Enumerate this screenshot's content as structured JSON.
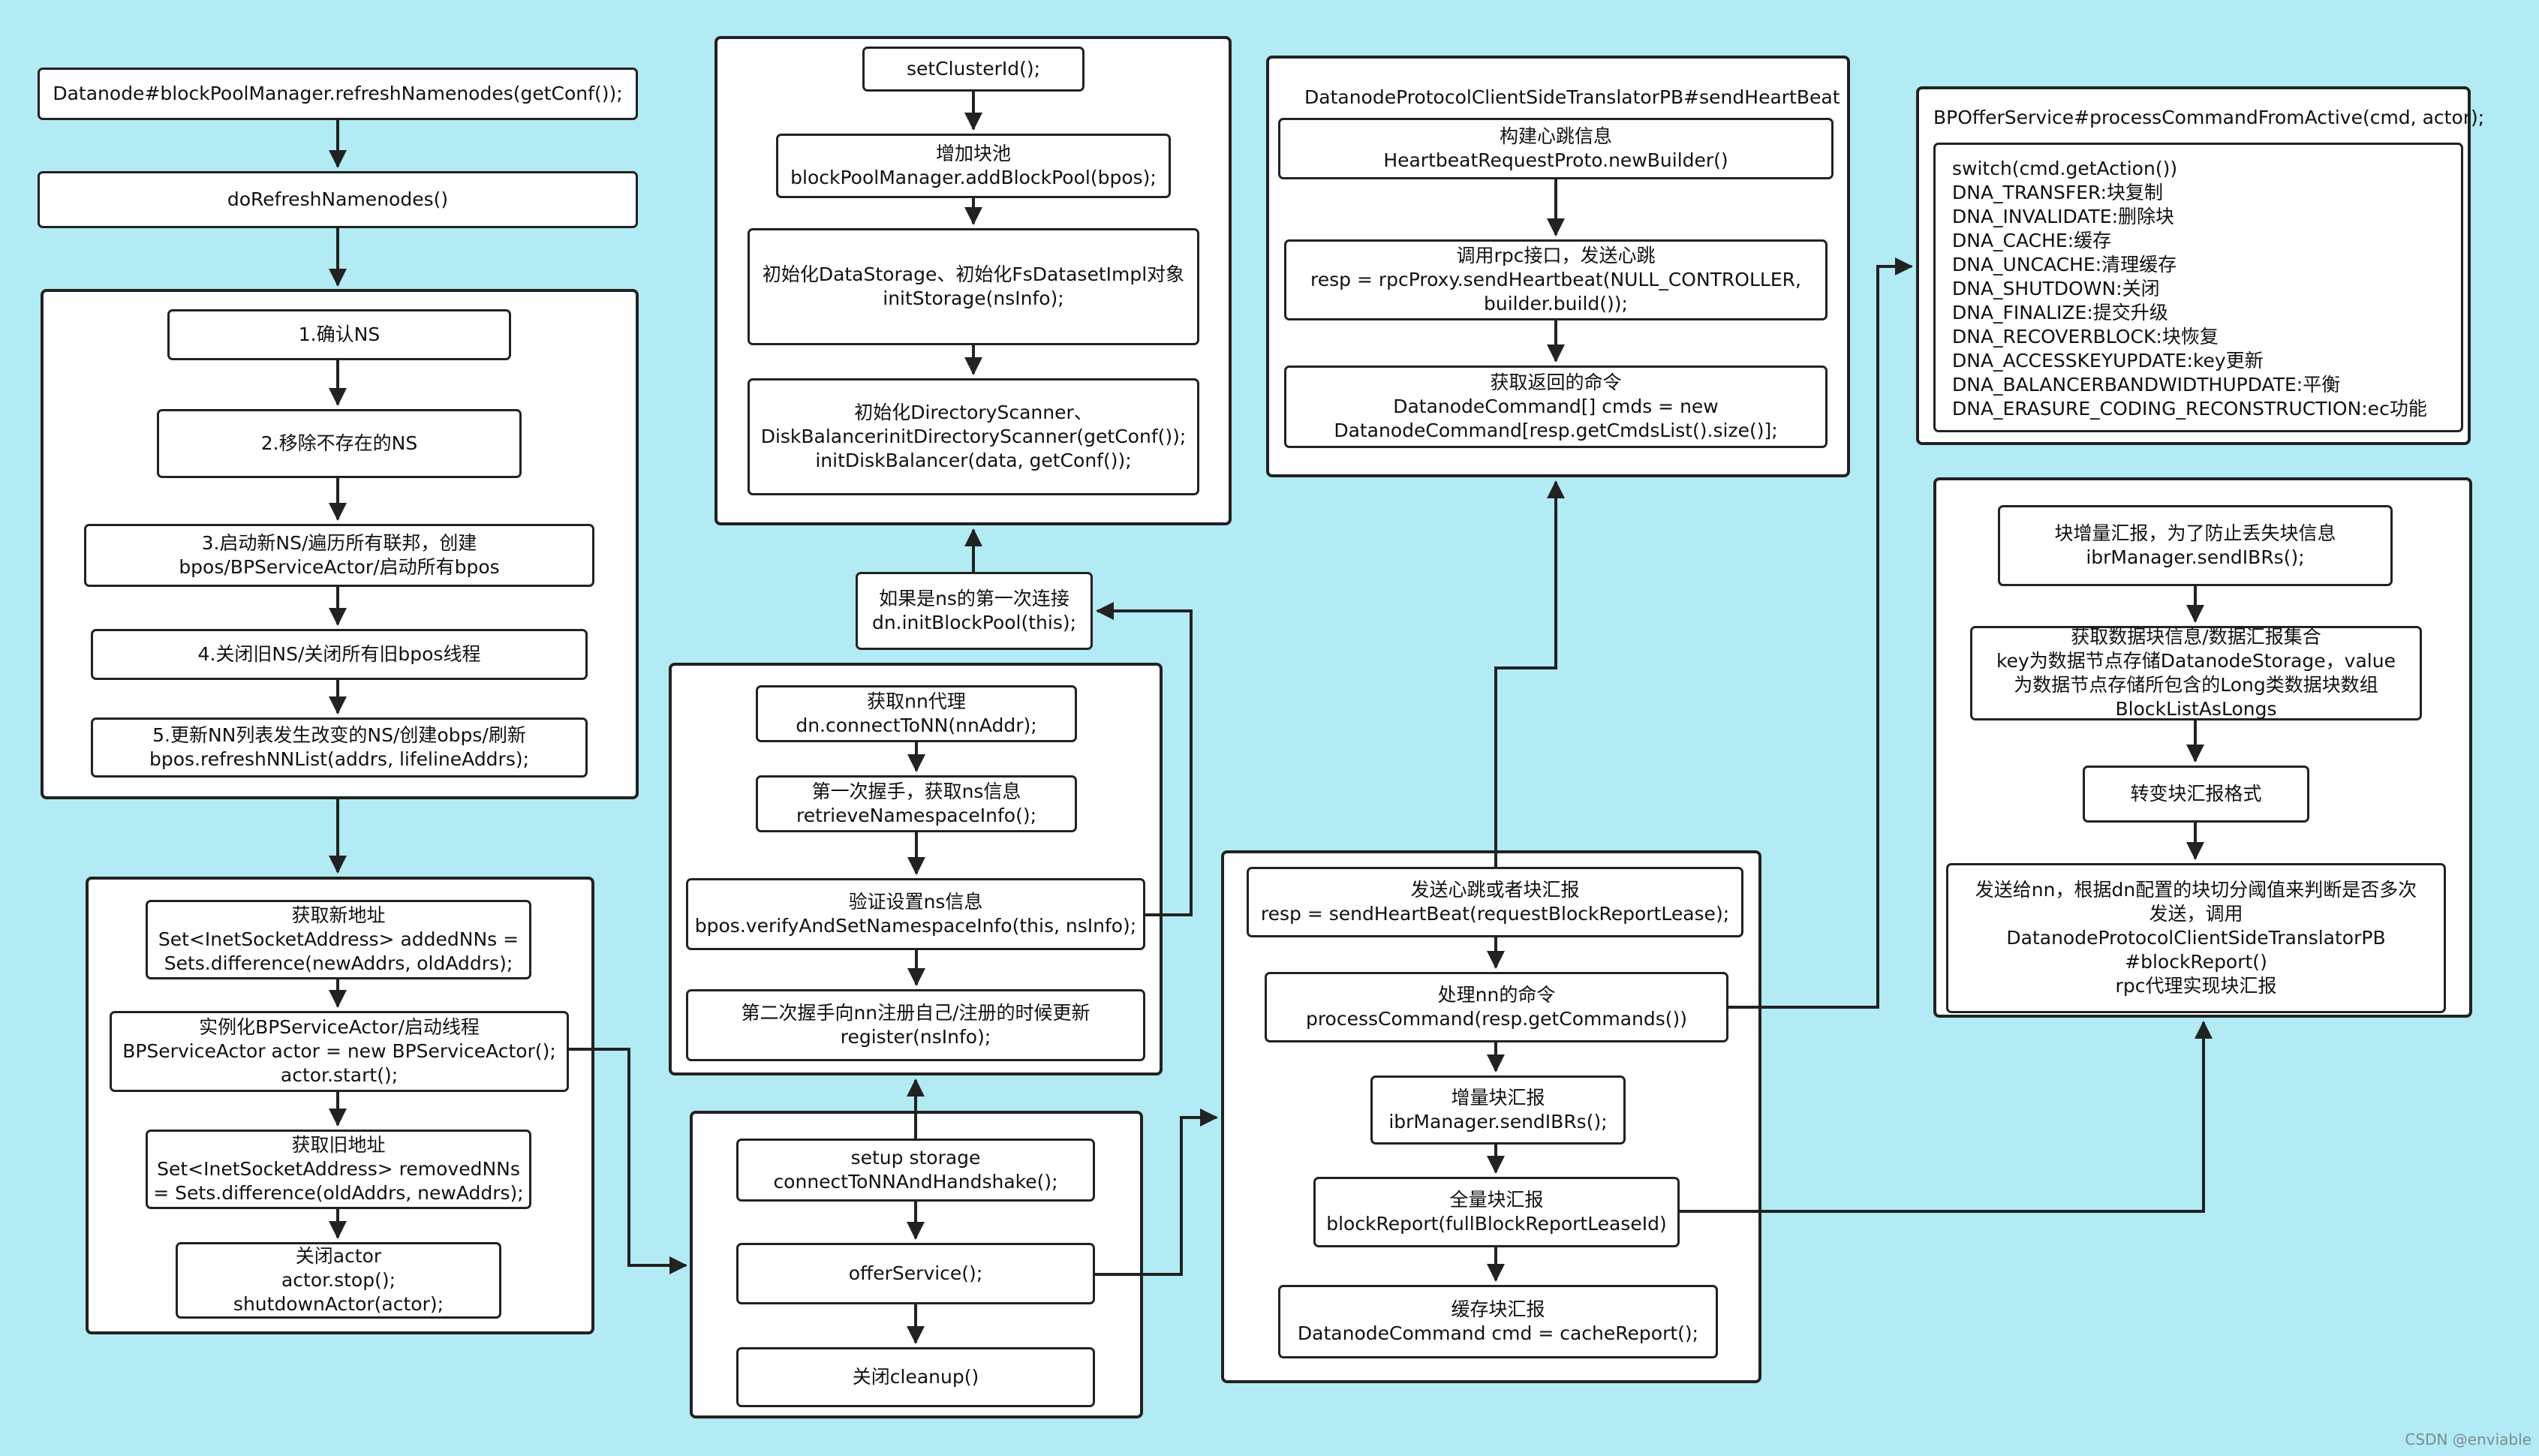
{
  "col1": {
    "refresh_call": [
      "Datanode#blockPoolManager.refreshNamenodes(getConf());"
    ],
    "do_refresh": [
      "doRefreshNamenodes()"
    ],
    "steps": {
      "confirm_ns": [
        "1.确认NS"
      ],
      "remove_ns": [
        "2.移除不存在的NS"
      ],
      "start_ns": [
        "3.启动新NS/遍历所有联邦，创建",
        "bpos/BPServiceActor/启动所有bpos"
      ],
      "close_ns": [
        "4.关闭旧NS/关闭所有旧bpos线程"
      ],
      "update_ns": [
        "5.更新NN列表发生改变的NS/创建obps/刷新",
        "bpos.refreshNNList(addrs, lifelineAddrs);"
      ]
    },
    "lower": {
      "get_new": [
        "获取新地址",
        "Set<InetSocketAddress> addedNNs =",
        "Sets.difference(newAddrs, oldAddrs);"
      ],
      "instantiate": [
        "实例化BPServiceActor/启动线程",
        "BPServiceActor actor = new BPServiceActor();",
        "actor.start();"
      ],
      "get_old": [
        "获取旧地址",
        "Set<InetSocketAddress> removedNNs",
        "= Sets.difference(oldAddrs, newAddrs);"
      ],
      "close_actor": [
        "关闭actor",
        "actor.stop();",
        "shutdownActor(actor);"
      ]
    }
  },
  "col2": {
    "init": {
      "set_cluster": [
        "setClusterId();"
      ],
      "add_pool": [
        "增加块池",
        "blockPoolManager.addBlockPool(bpos);"
      ],
      "init_storage": [
        "初始化DataStorage、初始化FsDatasetImpl对象",
        "initStorage(nsInfo);"
      ],
      "init_scanner": [
        "初始化DirectoryScanner、",
        "DiskBalancerinitDirectoryScanner(getConf());",
        "initDiskBalancer(data, getConf());"
      ]
    },
    "first_conn": [
      "如果是ns的第一次连接",
      "dn.initBlockPool(this);"
    ],
    "handshake": {
      "get_proxy": [
        "获取nn代理",
        "dn.connectToNN(nnAddr);"
      ],
      "first_hs": [
        "第一次握手，获取ns信息",
        "retrieveNamespaceInfo();"
      ],
      "verify": [
        "验证设置ns信息",
        "bpos.verifyAndSetNamespaceInfo(this, nsInfo);"
      ],
      "second_hs": [
        "第二次握手向nn注册自己/注册的时候更新",
        "register(nsInfo);"
      ]
    },
    "service": {
      "setup": [
        "setup storage",
        "connectToNNAndHandshake();"
      ],
      "offer": [
        "offerService();"
      ],
      "cleanup": [
        "关闭cleanup()"
      ]
    }
  },
  "col3": {
    "heartbeat_title": "DatanodeProtocolClientSideTranslatorPB#sendHeartBeat",
    "build_hb": [
      "构建心跳信息",
      "HeartbeatRequestProto.newBuilder()"
    ],
    "rpc_hb": [
      "调用rpc接口，发送心跳",
      "resp = rpcProxy.sendHeartbeat(NULL_CONTROLLER,",
      "builder.build());"
    ],
    "get_cmds": [
      "获取返回的命令",
      "DatanodeCommand[] cmds = new",
      "DatanodeCommand[resp.getCmdsList().size()];"
    ],
    "send_hb": [
      "发送心跳或者块汇报",
      "resp = sendHeartBeat(requestBlockReportLease);"
    ],
    "process_cmd": [
      "处理nn的命令",
      "processCommand(resp.getCommands())"
    ],
    "ibr": [
      "增量块汇报",
      "ibrManager.sendIBRs();"
    ],
    "full_report": [
      "全量块汇报",
      "blockReport(fullBlockReportLeaseId)"
    ],
    "cache_report": [
      "缓存块汇报",
      "DatanodeCommand cmd = cacheReport();"
    ]
  },
  "col4": {
    "process_title": "BPOfferService#processCommandFromActive(cmd, actor);",
    "switch_lines": [
      "switch(cmd.getAction())",
      "DNA_TRANSFER:块复制",
      "DNA_INVALIDATE:删除块",
      "DNA_CACHE:缓存",
      "DNA_UNCACHE:清理缓存",
      "DNA_SHUTDOWN:关闭",
      "DNA_FINALIZE:提交升级",
      "DNA_RECOVERBLOCK:块恢复",
      "DNA_ACCESSKEYUPDATE:key更新",
      "DNA_BALANCERBANDWIDTHUPDATE:平衡",
      "DNA_ERASURE_CODING_RECONSTRUCTION:ec功能"
    ],
    "ibr_detail": [
      "块增量汇报，为了防止丢失块信息",
      "ibrManager.sendIBRs();"
    ],
    "collect": [
      "获取数据块信息/数据汇报集合",
      "key为数据节点存储DatanodeStorage，value",
      "为数据节点存储所包含的Long类数据块数组",
      "BlockListAsLongs"
    ],
    "convert": [
      "转变块汇报格式"
    ],
    "send_nn": [
      "发送给nn，根据dn配置的块切分阈值来判断是否多次",
      "发送，调用",
      "DatanodeProtocolClientSideTranslatorPB",
      "#blockReport()",
      "rpc代理实现块汇报"
    ]
  },
  "watermark": "CSDN @enviable",
  "colors": {
    "background": "#b2ebf4",
    "box_fill": "#ffffff",
    "stroke": "#222222"
  }
}
